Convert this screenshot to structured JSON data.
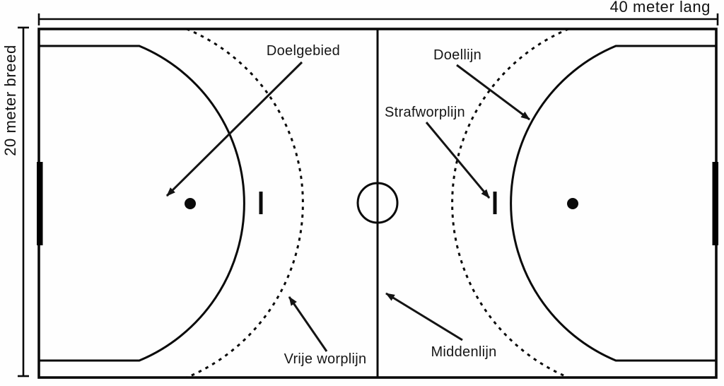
{
  "diagram": {
    "type": "korfball-court-diagram",
    "colors": {
      "background": "#fefefe",
      "line": "#0a0a0a",
      "text": "#161616"
    },
    "dimensions": {
      "length_label": "40 meter lang",
      "width_label": "20 meter breed"
    },
    "labels": {
      "goal_area": "Doelgebied",
      "goal_line": "Doellijn",
      "penalty_throw_line": "Strafworplijn",
      "free_throw_line": "Vrije worplijn",
      "center_line": "Middenlijn"
    }
  }
}
